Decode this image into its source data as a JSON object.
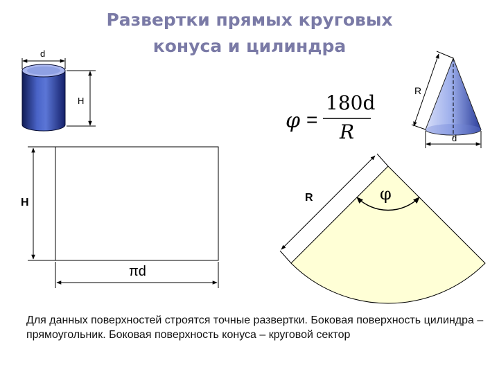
{
  "title": {
    "line1": "Развертки прямых круговых",
    "line2": "конуса и цилиндра"
  },
  "labels": {
    "cyl_d": "d",
    "cyl_H": "H",
    "rect_H": "H",
    "rect_pid": "πd",
    "cone_R": "R",
    "cone_d": "d",
    "sector_R": "R",
    "phi": "φ"
  },
  "formula": {
    "lhs": "φ",
    "eq": "=",
    "numerator": "180d",
    "denominator": "R"
  },
  "caption": "Для данных поверхностей строятся точные развертки. Боковая поверхность цилиндра – прямоугольник. Боковая поверхность конуса – круговой сектор",
  "colors": {
    "title": "#7a7aa6",
    "cylinder_dark": "#1b2a6b",
    "cylinder_mid": "#4a64c8",
    "cylinder_top": "#9aa8e6",
    "cone_light": "#b8c4f0",
    "sector_fill": "#ffffd6"
  }
}
